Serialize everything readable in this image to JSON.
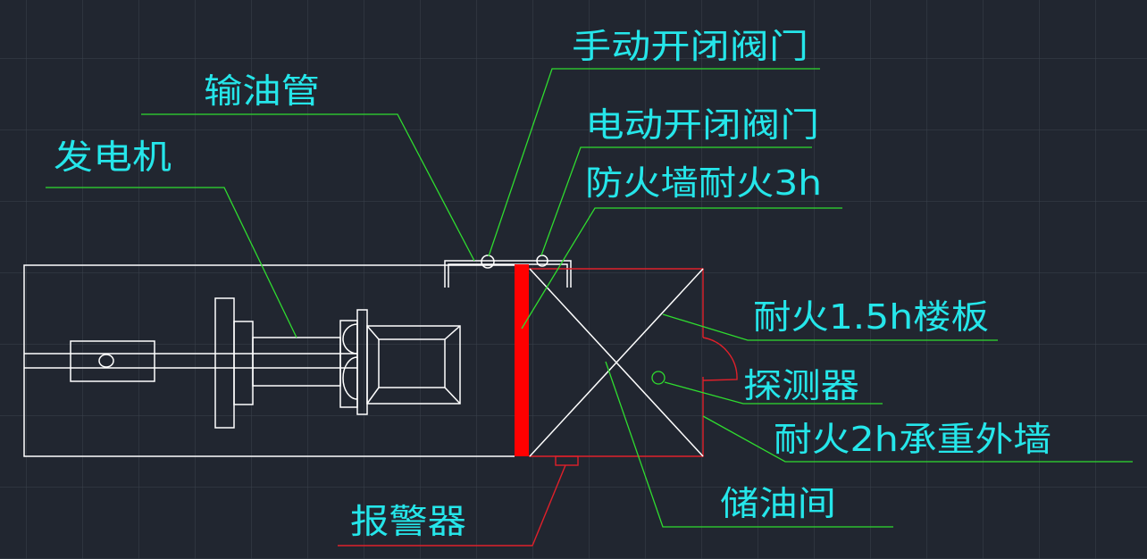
{
  "labels": {
    "manual_valve": "手动开闭阀门",
    "oil_pipe": "输油管",
    "generator": "发电机",
    "electric_valve": "电动开闭阀门",
    "firewall": "防火墙耐火3h",
    "floor_slab": "耐火1.5h楼板",
    "detector": "探测器",
    "outer_wall": "耐火2h承重外墙",
    "oil_storage": "储油间",
    "alarm": "报警器"
  },
  "colors": {
    "background": "#212630",
    "label_text": "#25e6ea",
    "leader": "#2fdc2f",
    "fire_wall": "#ff0000",
    "room_outline": "#e0202a",
    "equipment": "#ffffff"
  }
}
